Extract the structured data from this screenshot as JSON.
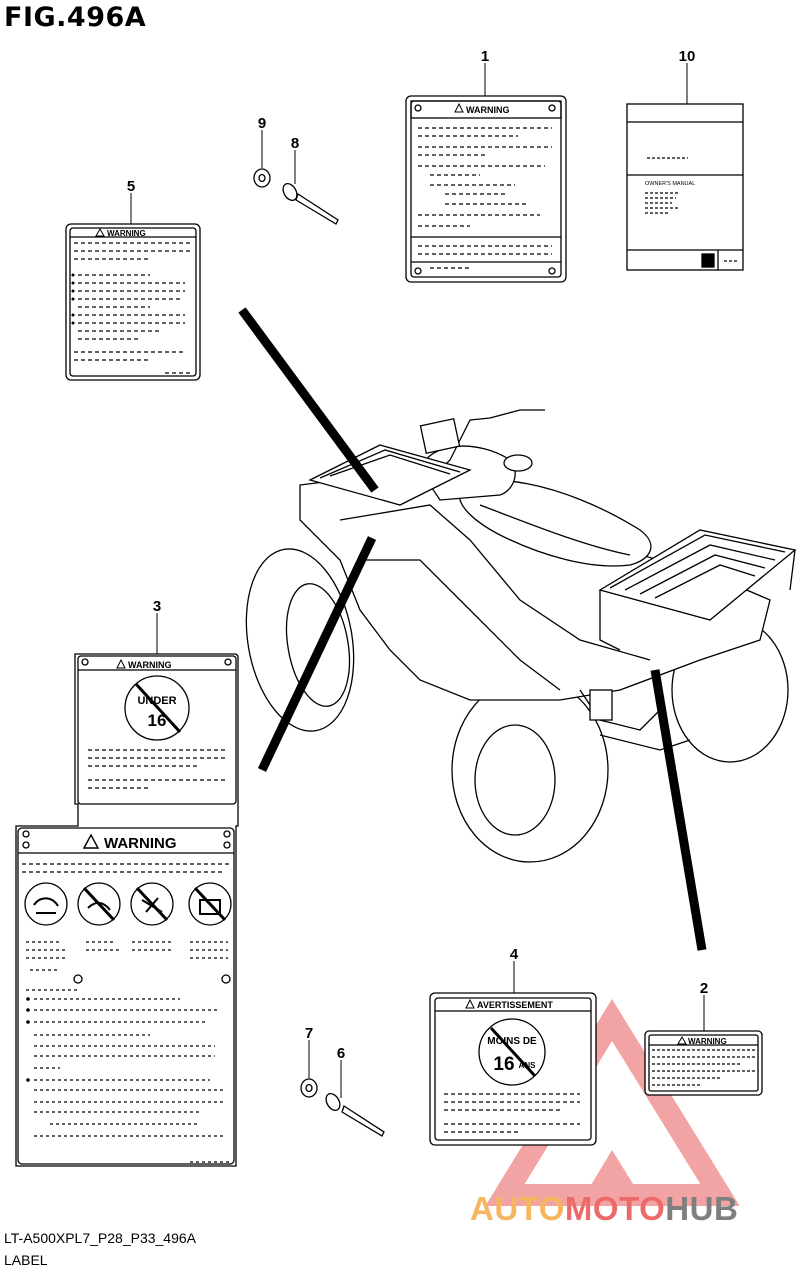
{
  "figure": {
    "title": "FIG.496A",
    "code": "LT-A500XPL7_P28_P33_496A",
    "label": "LABEL"
  },
  "parts": [
    {
      "ref": "1"
    },
    {
      "ref": "2"
    },
    {
      "ref": "3"
    },
    {
      "ref": "4"
    },
    {
      "ref": "5"
    },
    {
      "ref": "6"
    },
    {
      "ref": "7"
    },
    {
      "ref": "8"
    },
    {
      "ref": "9"
    },
    {
      "ref": "10"
    }
  ],
  "labels": {
    "warning": "WARNING",
    "avertissement": "AVERTISSEMENT",
    "under": "UNDER",
    "under_age": "16",
    "moins_de": "MOINS DE",
    "moins_age": "16",
    "ans": "ANS",
    "owners_manual": "OWNER'S MANUAL"
  },
  "watermark": {
    "part1": "AUTO",
    "part2": "MOTO",
    "part3": "HUB",
    "colors": {
      "auto": "#f6b55f",
      "moto": "#ec6a6a",
      "hub": "#7f7f7f"
    }
  }
}
